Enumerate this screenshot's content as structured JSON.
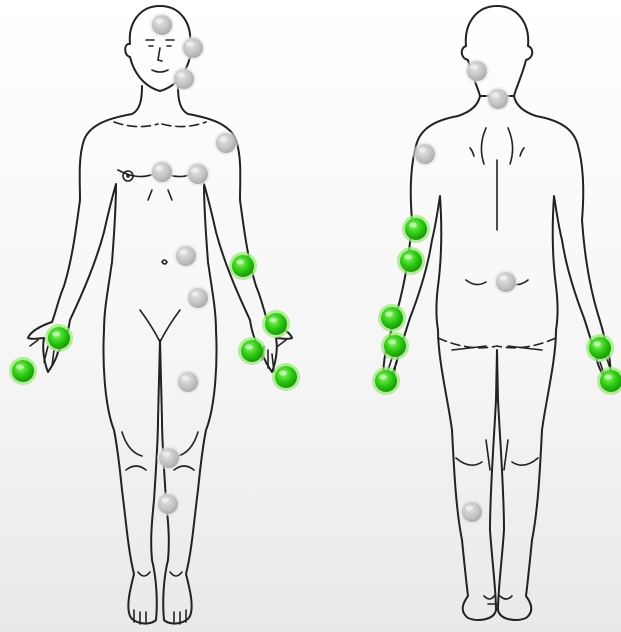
{
  "colors": {
    "active_fill": "#2ecc14",
    "active_glow": "#9be87a",
    "inactive_fill": "#c6c6c6",
    "inactive_glow": "#e2e2e2",
    "outline": "#222222"
  },
  "figures": [
    {
      "name": "front-view"
    },
    {
      "name": "back-view"
    }
  ],
  "markers": [
    {
      "view": "front",
      "region": "forehead",
      "state": "inactive"
    },
    {
      "view": "front",
      "region": "left-temple",
      "state": "inactive"
    },
    {
      "view": "front",
      "region": "jaw",
      "state": "inactive"
    },
    {
      "view": "front",
      "region": "left-shoulder",
      "state": "inactive"
    },
    {
      "view": "front",
      "region": "sternum",
      "state": "inactive"
    },
    {
      "view": "front",
      "region": "left-chest",
      "state": "inactive"
    },
    {
      "view": "front",
      "region": "abdomen",
      "state": "inactive"
    },
    {
      "view": "front",
      "region": "left-groin",
      "state": "inactive"
    },
    {
      "view": "front",
      "region": "left-thigh",
      "state": "inactive"
    },
    {
      "view": "front",
      "region": "left-knee",
      "state": "inactive"
    },
    {
      "view": "front",
      "region": "left-shin",
      "state": "inactive"
    },
    {
      "view": "front",
      "region": "left-forearm",
      "state": "active"
    },
    {
      "view": "front",
      "region": "right-palm",
      "state": "active"
    },
    {
      "view": "front",
      "region": "right-fingers",
      "state": "active"
    },
    {
      "view": "front",
      "region": "left-thumb",
      "state": "active"
    },
    {
      "view": "front",
      "region": "left-wrist",
      "state": "active"
    },
    {
      "view": "front",
      "region": "left-fingers",
      "state": "active"
    },
    {
      "view": "back",
      "region": "neck",
      "state": "inactive"
    },
    {
      "view": "back",
      "region": "upper-back",
      "state": "inactive"
    },
    {
      "view": "back",
      "region": "left-shoulder",
      "state": "inactive"
    },
    {
      "view": "back",
      "region": "lower-back",
      "state": "inactive"
    },
    {
      "view": "back",
      "region": "calf",
      "state": "inactive"
    },
    {
      "view": "back",
      "region": "left-elbow",
      "state": "active"
    },
    {
      "view": "back",
      "region": "left-forearm",
      "state": "active"
    },
    {
      "view": "back",
      "region": "left-wrist",
      "state": "active"
    },
    {
      "view": "back",
      "region": "left-hand",
      "state": "active"
    },
    {
      "view": "back",
      "region": "left-fingers",
      "state": "active"
    },
    {
      "view": "back",
      "region": "right-hand",
      "state": "active"
    },
    {
      "view": "back",
      "region": "right-fingers",
      "state": "active"
    }
  ]
}
